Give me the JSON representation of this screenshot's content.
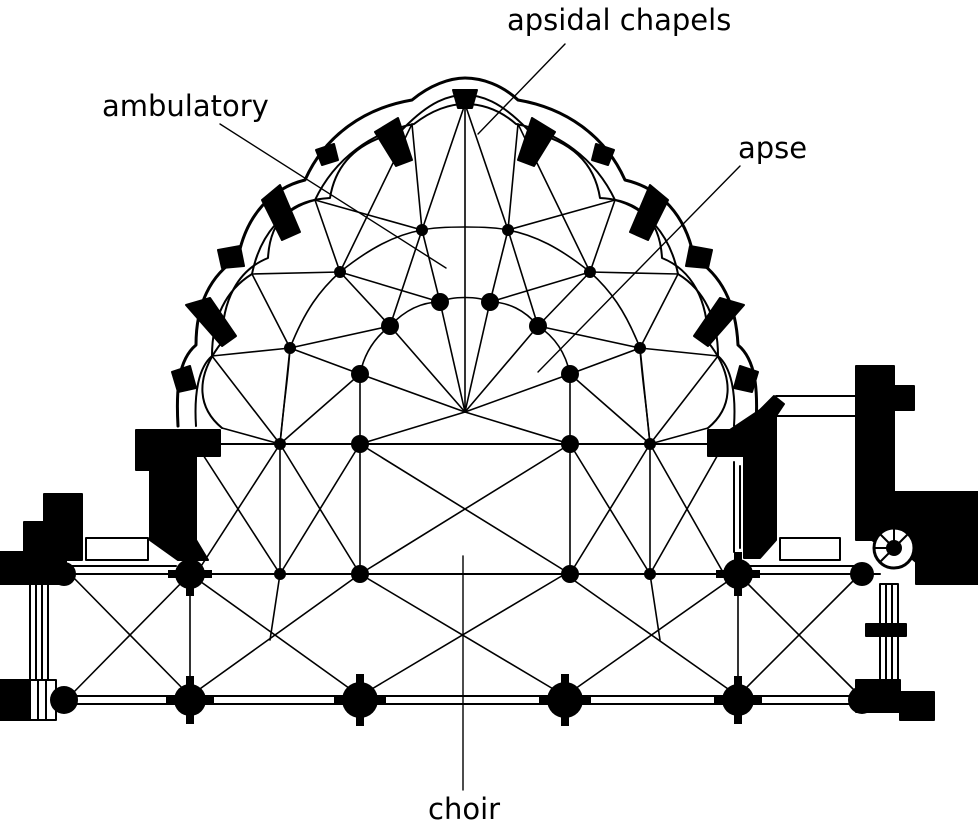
{
  "labels": {
    "apsidal_chapels": "apsidal chapels",
    "ambulatory": "ambulatory",
    "apse": "apse",
    "choir": "choir"
  },
  "colors": {
    "ink": "#000000",
    "paper": "#ffffff"
  }
}
